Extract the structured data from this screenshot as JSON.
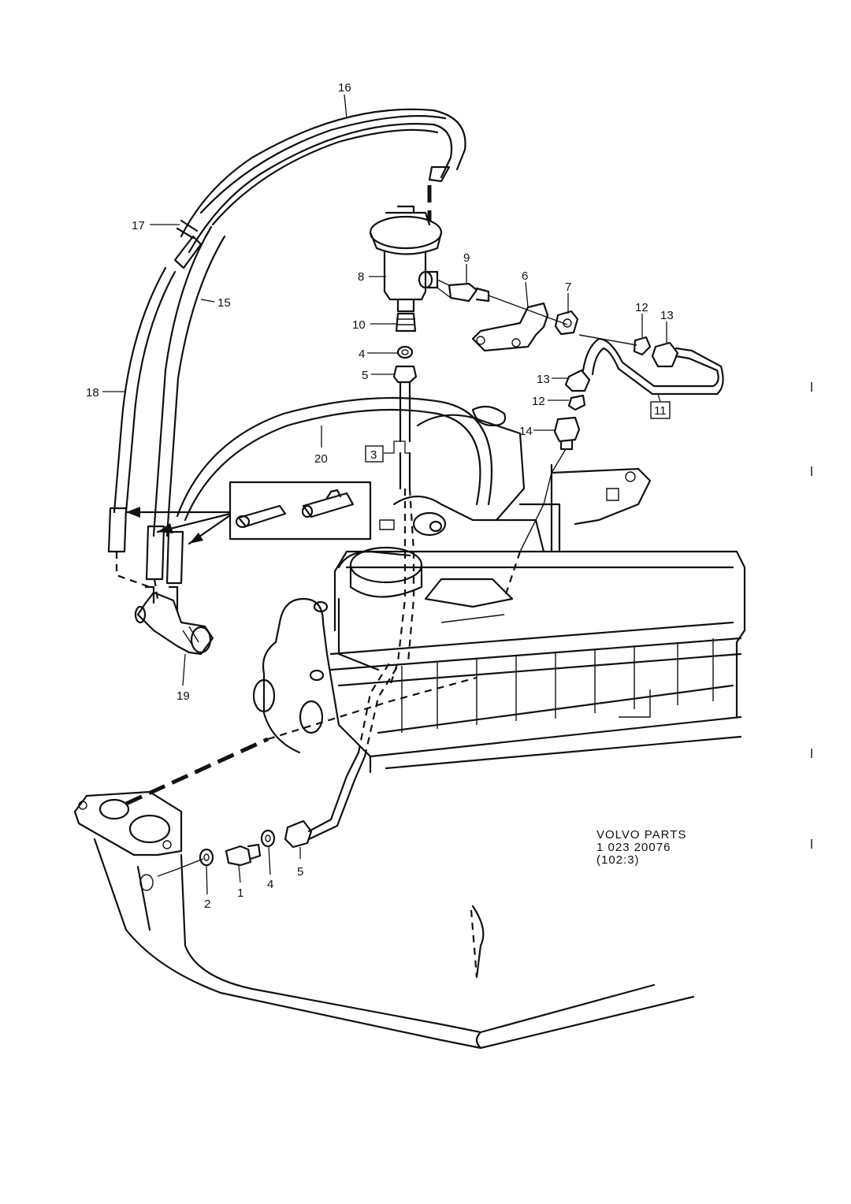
{
  "callouts": [
    {
      "id": "16",
      "label": "16"
    },
    {
      "id": "17",
      "label": "17"
    },
    {
      "id": "15",
      "label": "15"
    },
    {
      "id": "18",
      "label": "18"
    },
    {
      "id": "8",
      "label": "8"
    },
    {
      "id": "9",
      "label": "9"
    },
    {
      "id": "6",
      "label": "6"
    },
    {
      "id": "7",
      "label": "7"
    },
    {
      "id": "12a",
      "label": "12"
    },
    {
      "id": "13a",
      "label": "13"
    },
    {
      "id": "10",
      "label": "10"
    },
    {
      "id": "4a",
      "label": "4"
    },
    {
      "id": "5a",
      "label": "5"
    },
    {
      "id": "13b",
      "label": "13"
    },
    {
      "id": "12b",
      "label": "12"
    },
    {
      "id": "11",
      "label": "11"
    },
    {
      "id": "14",
      "label": "14"
    },
    {
      "id": "20",
      "label": "20"
    },
    {
      "id": "3",
      "label": "3"
    },
    {
      "id": "19",
      "label": "19"
    },
    {
      "id": "2",
      "label": "2"
    },
    {
      "id": "1",
      "label": "1"
    },
    {
      "id": "4b",
      "label": "4"
    },
    {
      "id": "5b",
      "label": "5"
    }
  ],
  "footer": {
    "line1": "VOLVO PARTS",
    "line2": "1 023 20076",
    "line3": "(102:3)"
  }
}
